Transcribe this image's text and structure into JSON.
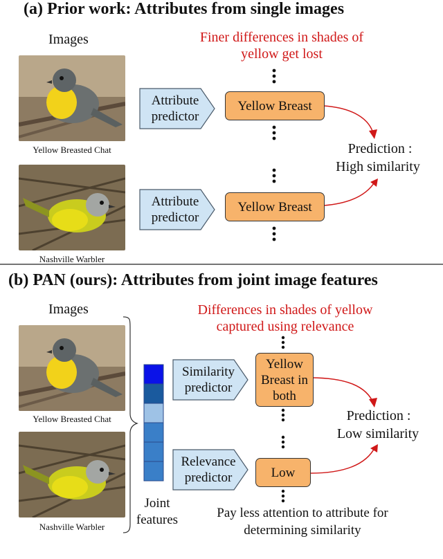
{
  "section_a": {
    "title": "(a)  Prior work: Attributes from single images",
    "images_label": "Images",
    "note": "Finer differences in shades of yellow get lost",
    "captions": [
      "Yellow Breasted Chat",
      "Nashville Warbler"
    ],
    "predictor_label": "Attribute predictor",
    "attribute_label": "Yellow Breast",
    "prediction_label": "Prediction :",
    "prediction_value": "High similarity"
  },
  "section_b": {
    "title": "(b) PAN (ours): Attributes from joint image features",
    "images_label": "Images",
    "note": "Differences in shades of yellow captured using relevance",
    "captions": [
      "Yellow Breasted Chat",
      "Nashville Warbler"
    ],
    "similarity_predictor": "Similarity predictor",
    "relevance_predictor": "Relevance predictor",
    "similarity_output": "Yellow Breast in both",
    "relevance_output": "Low",
    "joint_features_label": "Joint features",
    "prediction_label": "Prediction :",
    "prediction_value": "Low similarity",
    "bottom_note": "Pay less attention to attribute for determining similarity"
  },
  "colors": {
    "accent_red": "#d01818",
    "predictor_fill": "#cfe4f4",
    "attribute_fill": "#f7b36b",
    "feature_cells": [
      "#0a12e8",
      "#1a5a9e",
      "#9ec2e6",
      "#3a7fc8",
      "#3a7fc8",
      "#3a7fc8"
    ]
  }
}
